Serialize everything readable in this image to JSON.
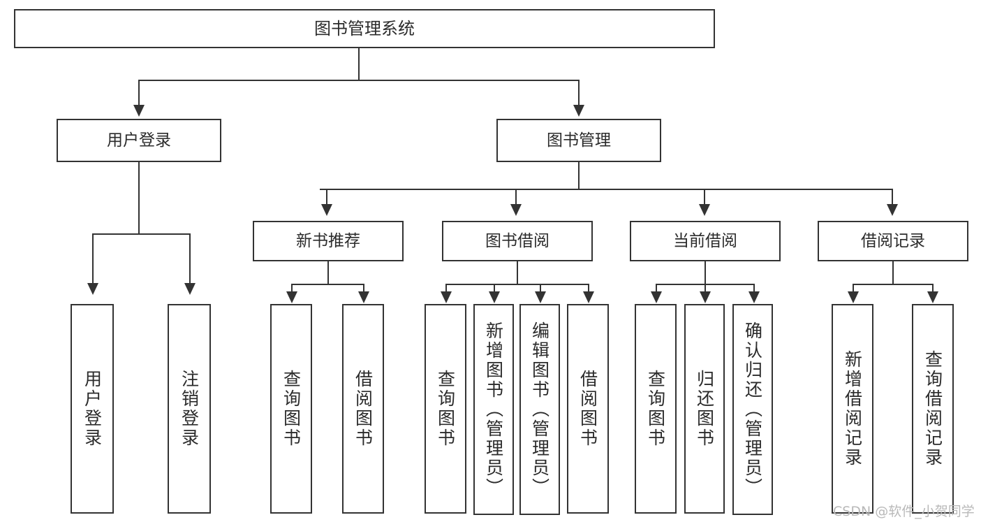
{
  "diagram": {
    "title": "图书管理系统",
    "type": "tree",
    "watermark": "CSDN @软件_小贺同学",
    "colors": {
      "stroke": "#333333",
      "fill": "#ffffff",
      "text": "#2b2b2b",
      "watermark": "#b9b9b9"
    },
    "levels": {
      "root": {
        "label": "图书管理系统"
      },
      "level2": [
        {
          "label": "用户登录"
        },
        {
          "label": "图书管理"
        }
      ],
      "level3": [
        {
          "label": "新书推荐"
        },
        {
          "label": "图书借阅"
        },
        {
          "label": "当前借阅"
        },
        {
          "label": "借阅记录"
        }
      ],
      "leaves": {
        "user_login": [
          {
            "label": "用户登录"
          },
          {
            "label": "注销登录"
          }
        ],
        "new_book_recommend": [
          {
            "label": "查询图书"
          },
          {
            "label": "借阅图书"
          }
        ],
        "book_borrow": [
          {
            "label": "查询图书"
          },
          {
            "label": "新增图书（管理员）"
          },
          {
            "label": "编辑图书（管理员）"
          },
          {
            "label": "借阅图书"
          }
        ],
        "current_borrow": [
          {
            "label": "查询图书"
          },
          {
            "label": "归还图书"
          },
          {
            "label": "确认归还（管理员）"
          }
        ],
        "borrow_record": [
          {
            "label": "新增借阅记录"
          },
          {
            "label": "查询借阅记录"
          }
        ]
      }
    }
  }
}
